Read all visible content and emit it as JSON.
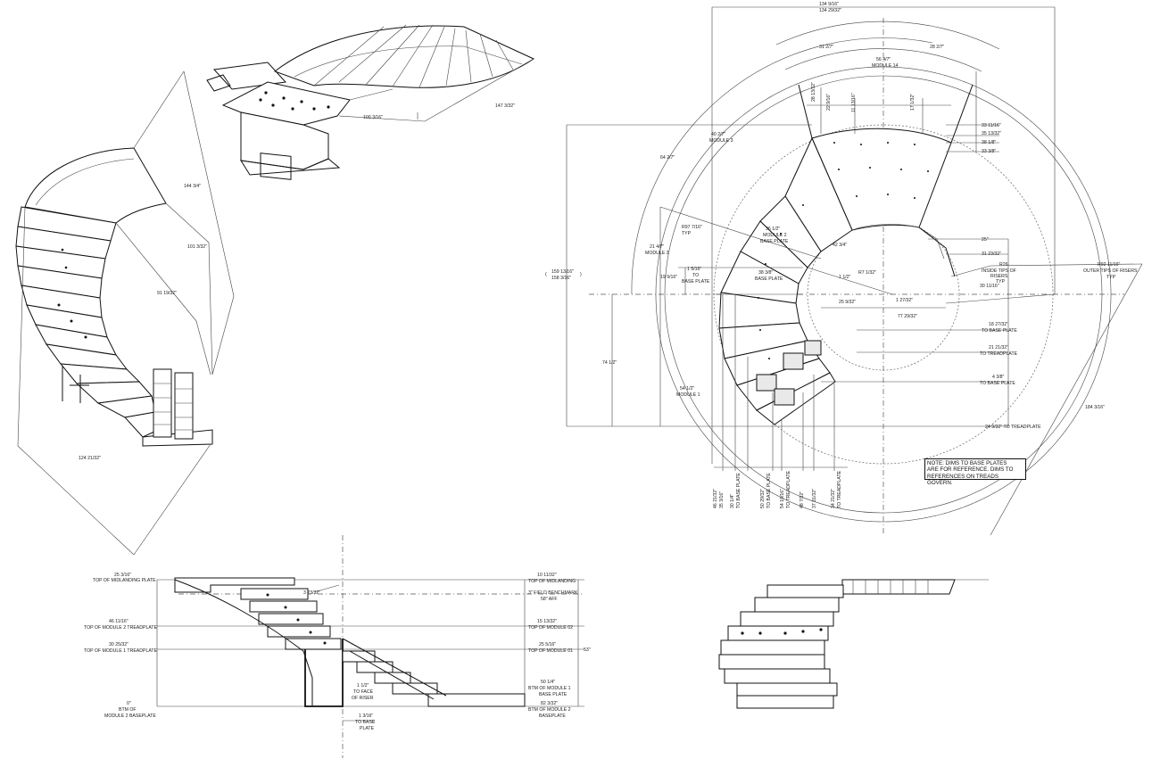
{
  "drawing": {
    "iso_top": {
      "dims": [
        "147 3/32\"",
        "100 3/16\""
      ]
    },
    "iso_left": {
      "dims": [
        "144 3/4\"",
        "101 3/32\"",
        "91 19/32\"",
        "124 21/32\""
      ]
    },
    "plan": {
      "top_dims": [
        "134 9/16\"",
        "134 29/32\""
      ],
      "arc_dims": [
        "31 2/7\"",
        "28 2/7\"",
        "56 4/7\"",
        "MODULE 14"
      ],
      "vertical_small": [
        "28 13/32\"",
        "22 9/16\"",
        "11 13/16\"",
        "17 1/32\""
      ],
      "right_top": [
        "33 11/16\"",
        "35 13/32\"",
        "38 1/8\"",
        "33 3/8\""
      ],
      "module3": [
        "40 2/7\"",
        "MODULE 3"
      ],
      "left_arc": "64 2/7\"",
      "module2_left": [
        "21 4/7\"",
        "MODULE 2"
      ],
      "typ": [
        "R97 7/16\"",
        "TYP"
      ],
      "module2_base": [
        "36 1/2\"",
        "MODULE 2",
        "BASE PLATE"
      ],
      "to_base": [
        "1 5/16\"",
        "TO",
        "BASE PLATE"
      ],
      "left_19": "19 9/16\"",
      "base_38": [
        "38 3/8\"",
        "BASE PLATE"
      ],
      "center": [
        "42 3/4\"",
        "R7 1/32\"",
        "1 1/2\"",
        "1 27/32\"",
        "25 9/32\"",
        "77 29/32\""
      ],
      "overall_height": [
        "159 13/16\"",
        "158 3/16\""
      ],
      "left_74": "74 1/2\"",
      "module1": [
        "54 1/2\"",
        "MODULE 1"
      ],
      "right_mid": [
        "25\"",
        "31 23/32\"",
        "R26",
        "INSIDE TIPS OF",
        "RISERS",
        "TYP"
      ],
      "outer_tips": [
        "R92 11/16\"",
        "OUTER TIPS OF RISERS",
        "TYP"
      ],
      "right_30": "30 11/16\"",
      "right_lower": [
        "18 27/32\"",
        "TO BASE PLATE",
        "21 21/32\"",
        "TO TREADPLATE",
        "4 3/8\"",
        "TO BASE PLATE",
        "24 9/32\" TO TREADPLATE"
      ],
      "diag_184": "184 3/16\"",
      "bottom_verticals": [
        "46 21/32\"",
        "35 3/16\"",
        "30 1/4\"",
        "TO BASE PLATE",
        "50 29/32\"",
        "TO BASE PLATE",
        "54 19/16\"",
        "TO TREADPLATE",
        "48 7/32\"",
        "37 31/32\"",
        "34 21/32\"",
        "TO TREADPLATE"
      ],
      "note": [
        "NOTE: DIMS TO BASE PLATES",
        "ARE FOR REFERENCE. DIMS TO",
        "REFERENCES ON TREADS GOVERN."
      ]
    },
    "elevation": {
      "left_labels": [
        [
          "25 3/16\"",
          "TOP OF MIDLANDING PLATE"
        ],
        [
          "46 11/16\"",
          "TOP OF MODULE 2 TREADPLATE"
        ],
        [
          "30 25/32\"",
          "TOP OF MODULE 1 TREADPLATE"
        ],
        [
          "0\"",
          "BTM OF",
          "MODULE 2 BASEPLATE"
        ]
      ],
      "right_labels": [
        [
          "10 11/32\"",
          "TOP OF MIDLANDING"
        ],
        [
          "3\" FIELD BENCHMARK",
          "58\" AFF"
        ],
        [
          "15 13/32\"",
          "TOP OF MODULE 02"
        ],
        [
          "25 5/16\"",
          "TOP OF MODULE 01"
        ],
        [
          "50 1/4\"",
          "BTM OF MODULE 1",
          "BASE PLATE"
        ],
        [
          "82 3/32\"",
          "BTM OF MODULE 2",
          "BASEPLATE"
        ]
      ],
      "mid": [
        "3 23/32\"",
        "1 1/2\"",
        "TO FACE",
        "OF RISER",
        "1 3/16\"",
        "TO BASE",
        "PLATE"
      ],
      "side_height": "53\""
    }
  }
}
